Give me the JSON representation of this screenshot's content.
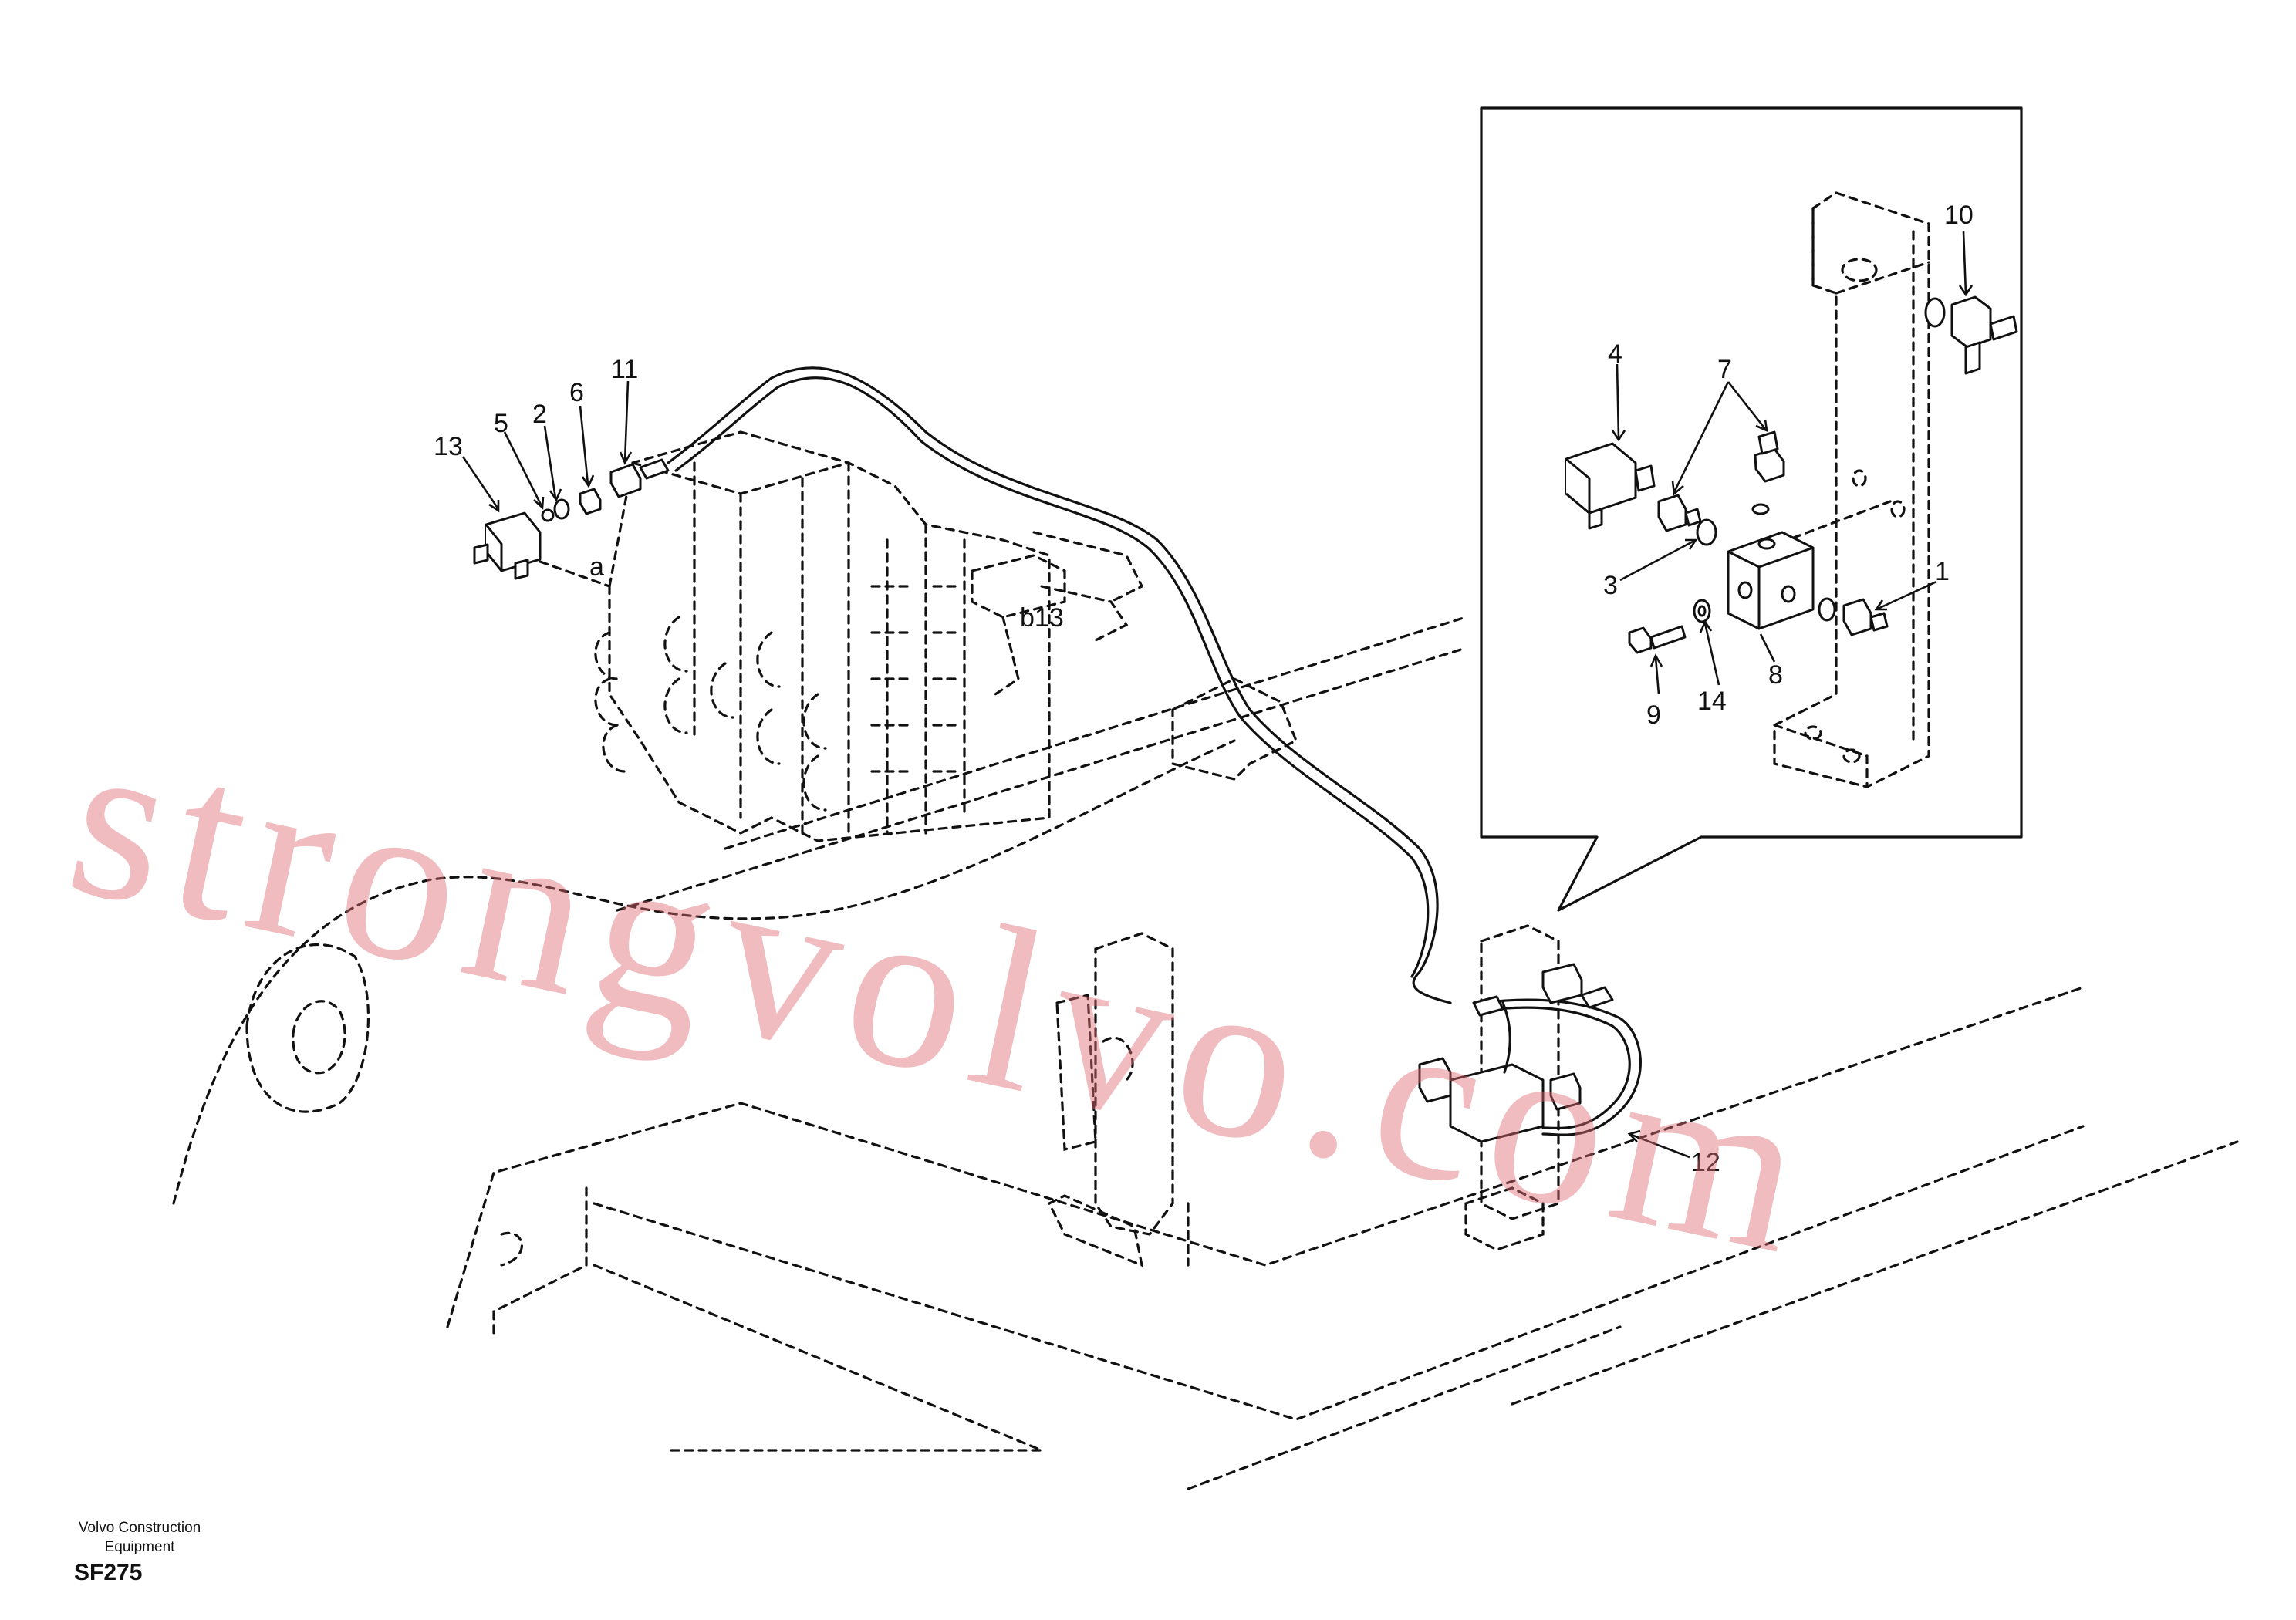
{
  "footer": {
    "company_line1": "Volvo Construction",
    "company_line2": "Equipment",
    "figure_code": "SF275"
  },
  "watermark": "strongvolvo.com",
  "callouts": {
    "c1": "1",
    "c2": "2",
    "c3": "3",
    "c4": "4",
    "c5": "5",
    "c6": "6",
    "c7": "7",
    "c8": "8",
    "c9": "9",
    "c10": "10",
    "c11": "11",
    "c12": "12",
    "c13": "13",
    "c14": "14"
  },
  "port_labels": {
    "a": "a",
    "b13": "b13"
  },
  "colors": {
    "line": "#111111",
    "watermark": "#e06a70"
  }
}
